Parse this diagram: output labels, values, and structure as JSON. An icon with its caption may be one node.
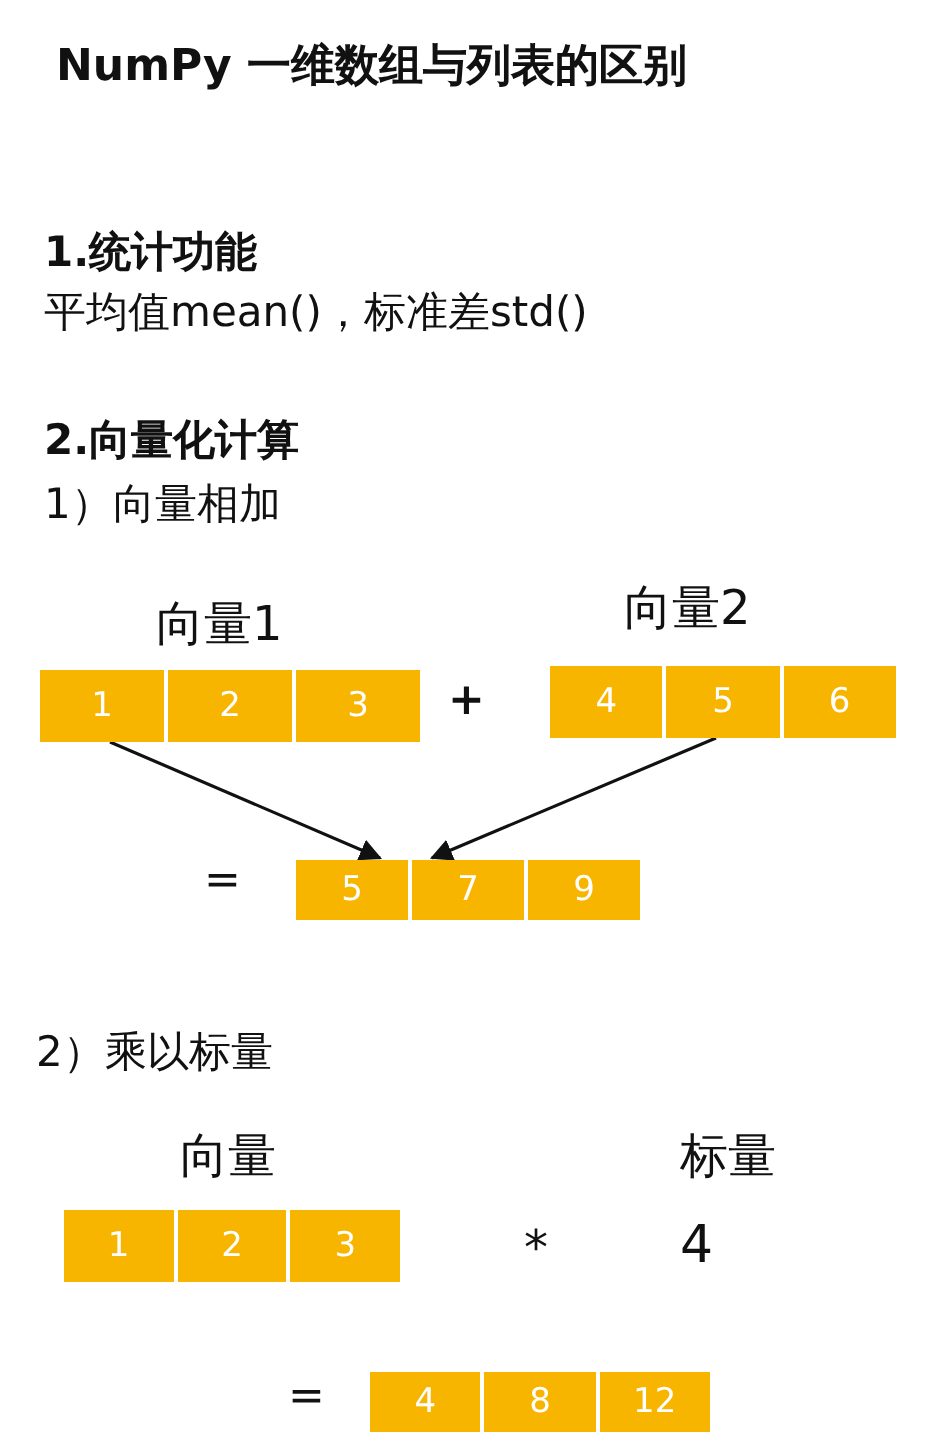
{
  "diagram": {
    "title": "NumPy 一维数组与列表的区别",
    "nodes": [
      {
        "text": [],
        "shape": "bar",
        "beside": [
          "向量1"
        ]
      },
      {
        "text": [
          "1"
        ],
        "in": 0
      },
      {
        "text": [
          "2"
        ],
        "in": 0
      },
      {
        "text": [
          "3"
        ],
        "in": 0
      },
      {
        "text": [],
        "shape": "bar",
        "beside": [
          "向量2"
        ]
      },
      {
        "text": [
          "4"
        ],
        "in": 4
      },
      {
        "text": [
          "5"
        ],
        "in": 4
      },
      {
        "text": [
          "6"
        ],
        "in": 4
      },
      {
        "text": [],
        "shape": "bar"
      },
      {
        "text": [
          "5"
        ],
        "in": 8
      },
      {
        "text": [
          "7"
        ],
        "in": 8
      },
      {
        "text": [
          "9"
        ],
        "in": 8
      },
      {
        "text": [],
        "shape": "bar",
        "beside": [
          "向量"
        ]
      },
      {
        "text": [
          "1"
        ],
        "in": 12
      },
      {
        "text": [
          "2"
        ],
        "in": 12
      },
      {
        "text": [
          "3"
        ],
        "in": 12
      },
      {
        "text": [],
        "shape": "bar"
      },
      {
        "text": [
          "4"
        ],
        "in": 16
      },
      {
        "text": [
          "8"
        ],
        "in": 16
      },
      {
        "text": [
          "12"
        ],
        "in": 16
      }
    ],
    "edges": [
      {
        "from": 0,
        "to": 8,
        "arrow": "to"
      },
      {
        "from": 4,
        "to": 8,
        "arrow": "to"
      }
    ],
    "labels": [
      "1.统计功能",
      "平均值mean()，标准差std()",
      "2.向量化计算",
      "1）向量相加",
      "+",
      "=",
      "2）乘以标量",
      "标量",
      "*",
      "4",
      "="
    ]
  }
}
